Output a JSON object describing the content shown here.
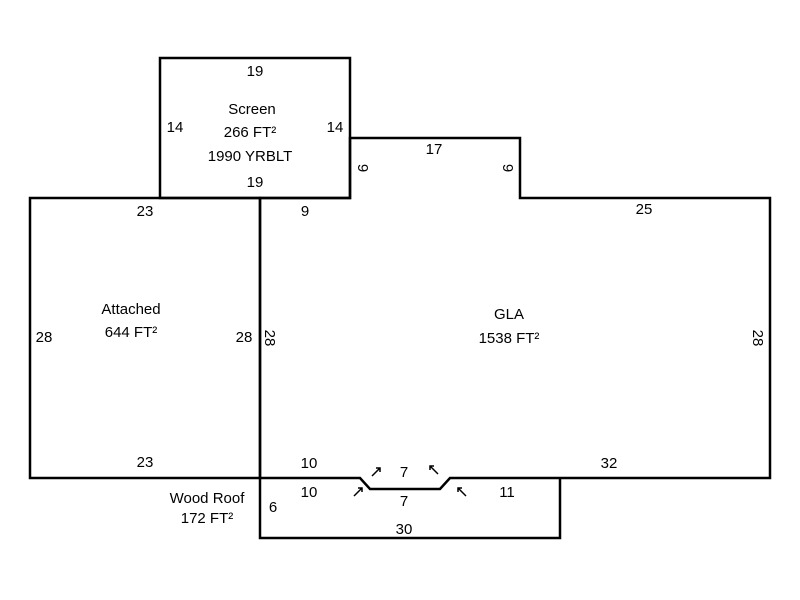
{
  "areas": {
    "screen": {
      "name": "Screen",
      "area": "266 FT²",
      "year": "1990 YRBLT",
      "top": "19",
      "bottom": "19",
      "left": "14",
      "right": "14"
    },
    "attached": {
      "name": "Attached",
      "area": "644 FT²",
      "top": "23",
      "bottom": "23",
      "left": "28",
      "right": "28"
    },
    "gla": {
      "name": "GLA",
      "area": "1538 FT²",
      "top_left": "9",
      "bump_left": "9",
      "bump_top": "17",
      "bump_right": "9",
      "top_right": "25",
      "left": "28",
      "right": "28",
      "bottom_left": "10",
      "notch": "7",
      "bottom_right": "32"
    },
    "wood_roof": {
      "name": "Wood Roof",
      "area": "172 FT²",
      "top_left": "10",
      "notch": "7",
      "top_right": "11",
      "left": "6",
      "bottom": "30"
    }
  }
}
